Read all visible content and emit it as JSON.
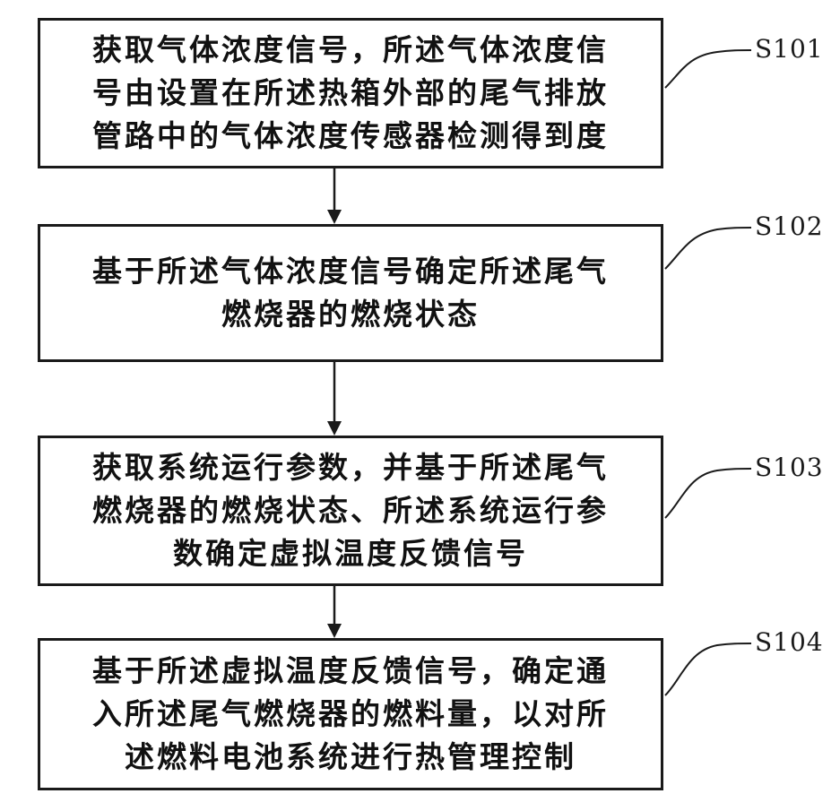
{
  "flowchart": {
    "steps": [
      {
        "id": "S101",
        "lines": [
          "获取气体浓度信号，所述气体浓度信",
          "号由设置在所述热箱外部的尾气排放",
          "管路中的气体浓度传感器检测得到度"
        ]
      },
      {
        "id": "S102",
        "lines": [
          "基于所述气体浓度信号确定所述尾气",
          "燃烧器的燃烧状态"
        ]
      },
      {
        "id": "S103",
        "lines": [
          "获取系统运行参数，并基于所述尾气",
          "燃烧器的燃烧状态、所述系统运行参",
          "数确定虚拟温度反馈信号"
        ]
      },
      {
        "id": "S104",
        "lines": [
          "基于所述虚拟温度反馈信号，确定通",
          "入所述尾气燃烧器的燃料量，以对所",
          "述燃料电池系统进行热管理控制"
        ]
      }
    ],
    "colors": {
      "stroke": "#1a1a1a",
      "background": "#ffffff"
    }
  }
}
